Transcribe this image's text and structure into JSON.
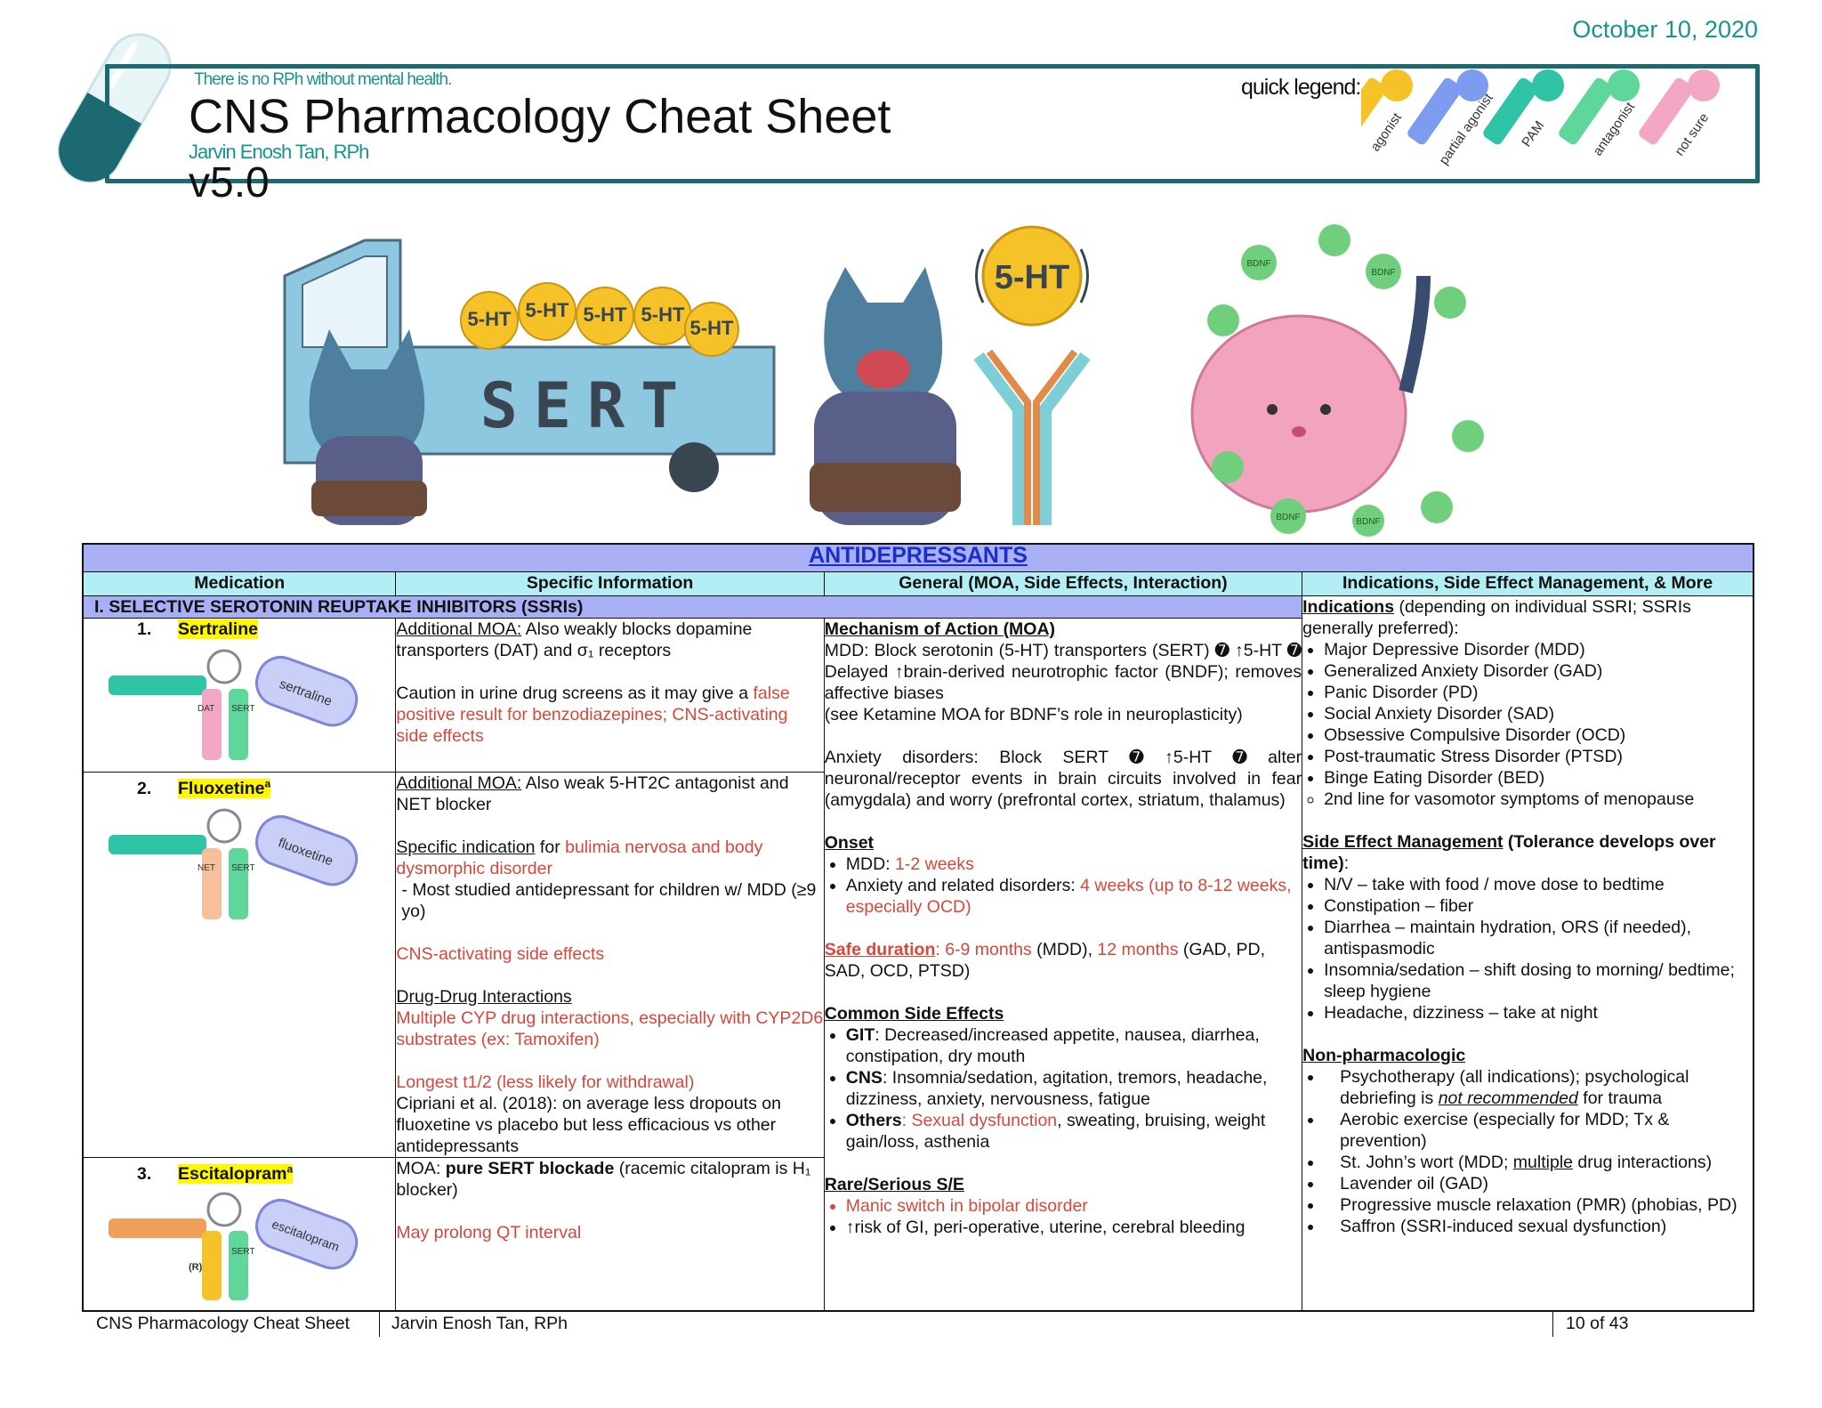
{
  "header": {
    "date": "October 10, 2020",
    "tagline": "There is no RPh without mental health.",
    "title": "CNS Pharmacology Cheat Sheet",
    "author": "Jarvin Enosh Tan, RPh",
    "version": "v5.0",
    "legend_label": "quick legend:",
    "legend_keys": [
      "agonist",
      "partial agonist",
      "PAM",
      "antagonist",
      "not sure"
    ],
    "colors": {
      "teal": "#18948f",
      "agonist": "#f5c327",
      "partial_agonist": "#7d9cf0",
      "pam": "#2ec4a5",
      "antagonist": "#5fd69a",
      "not_sure": "#f4a7c5"
    }
  },
  "illustration": {
    "truck_label": "SERT",
    "ball_label": "5-HT",
    "bdnf_label": "BDNF"
  },
  "table": {
    "title": "ANTIDEPRESSANTS",
    "columns": [
      "Medication",
      "Specific Information",
      "General (MOA, Side Effects, Interaction)",
      "Indications, Side Effect Management, & More"
    ],
    "section": "I. SELECTIVE SEROTONIN REUPTAKE INHIBITORS (SSRIs)",
    "meds": [
      {
        "num": "1.",
        "name": "Sertraline",
        "key_tag": "sertraline",
        "key_labels": [
          "DAT",
          "SERT"
        ]
      },
      {
        "num": "2.",
        "name": "Fluoxetine",
        "sup": "a",
        "key_tag": "fluoxetine",
        "key_labels": [
          "NET",
          "SERT"
        ]
      },
      {
        "num": "3.",
        "name": "Escitalopram",
        "sup": "a",
        "key_tag": "escitalopram",
        "key_labels": [
          "(R)",
          "SERT"
        ]
      }
    ],
    "sertraline_info": {
      "moa_label": "Additional MOA:",
      "moa_text": " Also weakly blocks dopamine transporters (DAT) and σ₁ receptors",
      "caution_text": "Caution in urine drug screens as it may give a ",
      "caution_red": "false positive result for benzodiazepines; CNS-activating side effects"
    },
    "fluoxetine_info": {
      "moa_label": "Additional MOA:",
      "moa_text": " Also weak 5-HT2C antagonist and NET blocker",
      "spec_label": "Specific indication",
      "spec_text": " for ",
      "spec_red": "bulimia nervosa and body dysmorphic disorder",
      "spec_note": "- Most studied antidepressant for children w/ MDD (≥9 yo)",
      "cns_red": "CNS-activating side effects",
      "ddi_label": "Drug-Drug Interactions",
      "ddi_red": "Multiple CYP drug interactions, especially with CYP2D6 substrates (ex: Tamoxifen)",
      "half_red": "Longest t1/2 (less likely for withdrawal)",
      "cipriani": "Cipriani et al. (2018): on average less dropouts on fluoxetine vs placebo but less efficacious vs other antidepressants"
    },
    "escitalopram_info": {
      "moa_label": "MOA: ",
      "moa_bold": "pure SERT blockade",
      "moa_text": " (racemic citalopram is H₁ blocker)",
      "qt_red": "May prolong QT interval"
    },
    "general": {
      "moa_heading": "Mechanism of Action (MOA)",
      "mdd_text": "MDD: Block serotonin (5-HT) transporters (SERT) ➐ ↑5-HT ➐ Delayed ↑brain-derived neurotrophic factor (BNDF); removes affective biases",
      "ketamine_text": "(see Ketamine MOA for BDNF’s role in neuroplasticity)",
      "anxiety_text": "Anxiety disorders: Block SERT ➐ ↑5-HT ➐ alter neuronal/receptor events in brain circuits involved in fear (amygdala) and worry (prefrontal cortex, striatum, thalamus)",
      "onset_heading": "Onset",
      "onset_mdd_label": "MDD: ",
      "onset_mdd_red": "1-2 weeks",
      "onset_anx_label": "Anxiety and related disorders: ",
      "onset_anx_red": "4 weeks (up to 8-12 weeks, especially OCD)",
      "safe_heading": "Safe duration",
      "safe_red1": ": 6-9 months",
      "safe_t1": " (MDD), ",
      "safe_red2": "12 months",
      "safe_t2": " (GAD, PD, SAD, OCD, PTSD)",
      "cse_heading": "Common Side Effects",
      "git_label": "GIT",
      "git_text": ": Decreased/increased appetite, nausea, diarrhea, constipation, dry mouth",
      "cns_label": "CNS",
      "cns_text": ": Insomnia/sedation, agitation, tremors, headache, dizziness, anxiety, nervousness, fatigue",
      "others_label": "Others",
      "others_red": ": Sexual dysfunction",
      "others_text": ", sweating, bruising, weight gain/loss, asthenia",
      "rare_heading": "Rare/Serious S/E",
      "rare_red": "Manic switch in bipolar disorder",
      "rare_text": "↑risk of GI, peri-operative, uterine, cerebral bleeding"
    },
    "indications": {
      "heading": "Indications",
      "intro": " (depending on individual SSRI; SSRIs generally preferred):",
      "list": [
        "Major Depressive Disorder (MDD)",
        "Generalized Anxiety Disorder (GAD)",
        "Panic Disorder (PD)",
        "Social Anxiety Disorder (SAD)",
        "Obsessive Compulsive Disorder (OCD)",
        "Post-traumatic Stress Disorder (PTSD)",
        "Binge Eating Disorder (BED)"
      ],
      "second_line": "2nd line for vasomotor symptoms of menopause",
      "sem_heading": "Side Effect Management",
      "sem_bold": " (Tolerance develops over time)",
      "sem_colon": ":",
      "sem_list": [
        "N/V – take with food / move dose to bedtime",
        "Constipation – fiber",
        "Diarrhea – maintain hydration, ORS (if needed), antispasmodic",
        "Insomnia/sedation – shift dosing to morning/ bedtime; sleep hygiene",
        "Headache, dizziness – take at night"
      ],
      "nonpharm_heading": "Non-pharmacologic",
      "np1_a": "Psychotherapy (all indications); psychological debriefing is ",
      "np1_u": "not recommended",
      "np1_b": " for trauma",
      "np2": "Aerobic exercise (especially for MDD; Tx & prevention)",
      "np3_a": "St. John’s wort (MDD; ",
      "np3_u": "multiple",
      "np3_b": " drug interactions)",
      "np4": "Lavender oil (GAD)",
      "np5": "Progressive muscle relaxation (PMR) (phobias, PD)",
      "np6": "Saffron (SSRI-induced sexual dysfunction)"
    }
  },
  "footer": {
    "left": "CNS Pharmacology Cheat Sheet",
    "middle": "Jarvin Enosh Tan, RPh",
    "page": "10 of 43"
  }
}
